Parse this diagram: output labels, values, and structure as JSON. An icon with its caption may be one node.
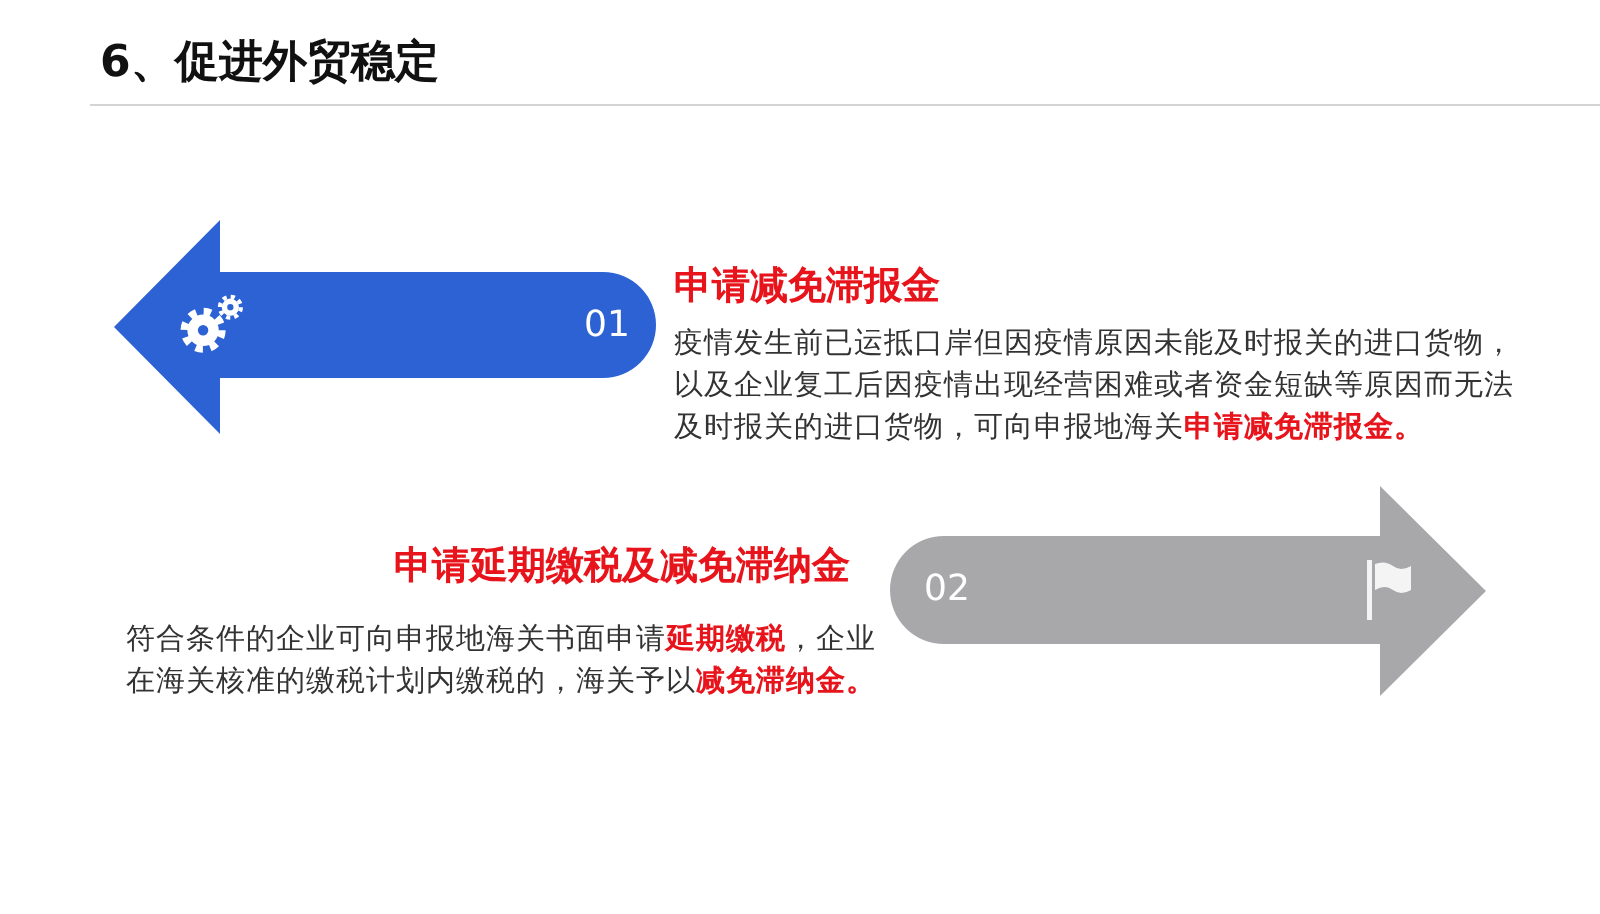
{
  "diagram": {
    "title": "6、促进外贸稳定",
    "nodes": [
      {
        "text": [
          "01"
        ],
        "beside": [
          "申请减免滞报金",
          "疫情发生前已运抵口岸但因疫情原因未能及时报关的进口货物，以及企业复工后因疫情出现经营困难或者资金短缺等原因而无法及时报关的进口货物，可向申报地海关**申请减免滞报金。**"
        ]
      },
      {
        "text": [
          "02"
        ],
        "beside": [
          "申请延期缴税及减免滞纳金",
          "符合条件的企业可向申报地海关书面申请**延期缴税**，企业在海关核准的缴税计划内缴税的，海关予以**减免滞纳金。**"
        ]
      }
    ]
  }
}
